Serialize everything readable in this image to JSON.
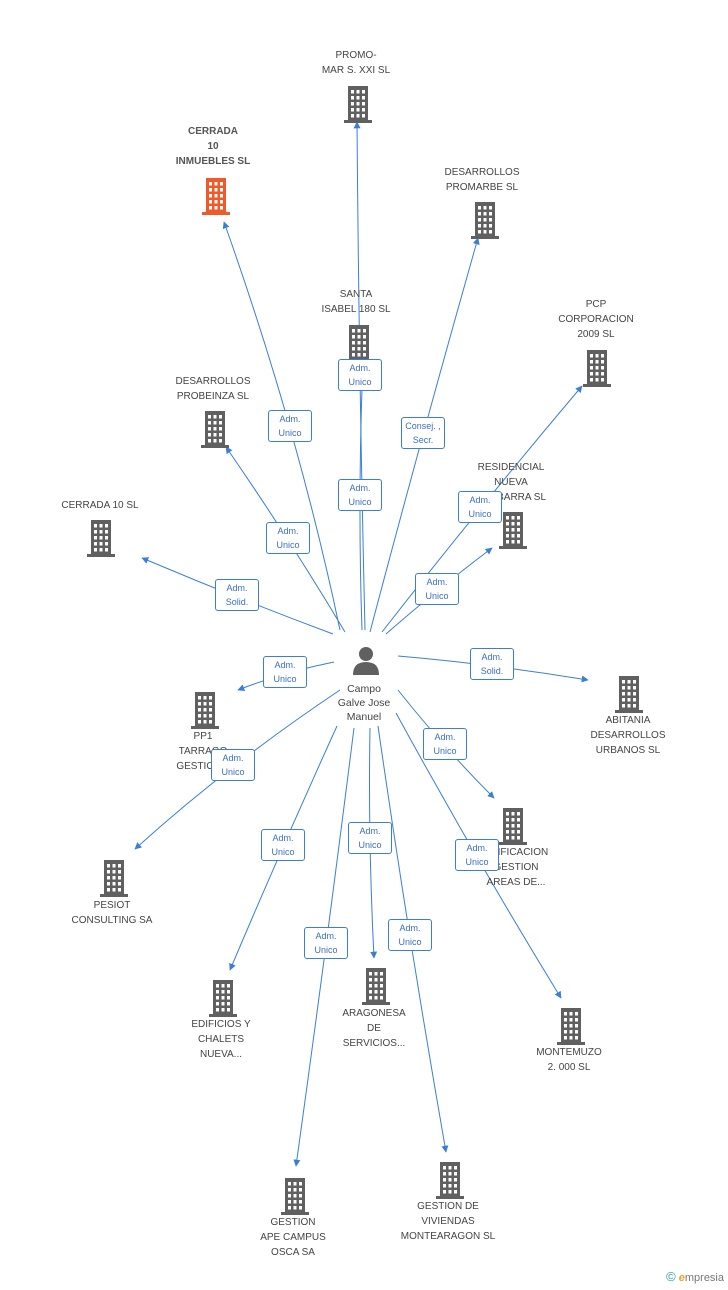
{
  "person": {
    "name": "Campo\nGalve Jose\nManuel"
  },
  "colors": {
    "edge": "#3a7fd5",
    "building": "#606060",
    "highlight": "#f05a28"
  },
  "nodes": [
    {
      "id": "promo-mar",
      "label": "PROMO-\nMAR S.  XXI SL"
    },
    {
      "id": "cerrada-10-inmuebles",
      "label": "CERRADA\n10\nINMUEBLES SL",
      "highlight": true
    },
    {
      "id": "desarrollos-promarbe",
      "label": "DESARROLLOS\nPROMARBE SL"
    },
    {
      "id": "santa-isabel",
      "label": "SANTA\nISABEL 180 SL"
    },
    {
      "id": "pcp-corporacion",
      "label": "PCP\nCORPORACION\n2009 SL"
    },
    {
      "id": "desarrollos-probeinza",
      "label": "DESARROLLOS\nPROBEINZA SL"
    },
    {
      "id": "residencial-nueva",
      "label": "RESIDENCIAL\nNUEVA\nLUMBARRA SL"
    },
    {
      "id": "cerrada-10",
      "label": "CERRADA 10 SL"
    },
    {
      "id": "abitania",
      "label": "ABITANIA\nDESARROLLOS\nURBANOS SL"
    },
    {
      "id": "pp1-tarrago",
      "label": "PP1\nTARRAGO\nGESTION..."
    },
    {
      "id": "edificacion-gestion",
      "label": "EDIFICACION\nGESTION\nAREAS DE..."
    },
    {
      "id": "pesiot",
      "label": "PESIOT\nCONSULTING SA"
    },
    {
      "id": "edificios-chalets",
      "label": "EDIFICIOS Y\nCHALETS\nNUEVA..."
    },
    {
      "id": "aragonesa",
      "label": "ARAGONESA\nDE\nSERVICIOS..."
    },
    {
      "id": "montemuzo",
      "label": "MONTEMUZO\n2. 000 SL"
    },
    {
      "id": "gestion-ape",
      "label": "GESTION\nAPE CAMPUS\nOSCA SA"
    },
    {
      "id": "gestion-viviendas",
      "label": "GESTION DE\nVIVIENDAS\nMONTEARAGON SL"
    }
  ],
  "edges": [
    {
      "target": "promo-mar",
      "label": "Adm.\nUnico"
    },
    {
      "target": "cerrada-10-inmuebles",
      "label": "Adm.\nUnico"
    },
    {
      "target": "desarrollos-promarbe",
      "label": "Consej. ,\nSecr."
    },
    {
      "target": "santa-isabel",
      "label": "Adm.\nUnico"
    },
    {
      "target": "pcp-corporacion",
      "label": "Adm.\nUnico"
    },
    {
      "target": "desarrollos-probeinza",
      "label": "Adm.\nUnico"
    },
    {
      "target": "residencial-nueva",
      "label": "Adm.\nUnico"
    },
    {
      "target": "cerrada-10",
      "label": "Adm.\nSolid."
    },
    {
      "target": "abitania",
      "label": "Adm.\nSolid."
    },
    {
      "target": "pp1-tarrago",
      "label": "Adm.\nUnico"
    },
    {
      "target": "edificacion-gestion",
      "label": "Adm.\nUnico"
    },
    {
      "target": "pesiot",
      "label": "Adm.\nUnico"
    },
    {
      "target": "edificios-chalets",
      "label": "Adm.\nUnico"
    },
    {
      "target": "aragonesa",
      "label": "Adm.\nUnico"
    },
    {
      "target": "montemuzo",
      "label": "Adm.\nUnico"
    },
    {
      "target": "gestion-ape",
      "label": "Adm.\nUnico"
    },
    {
      "target": "gestion-viviendas",
      "label": "Adm.\nUnico"
    }
  ],
  "brand": {
    "copyright": "©",
    "initial": "e",
    "rest": "mpresia"
  }
}
